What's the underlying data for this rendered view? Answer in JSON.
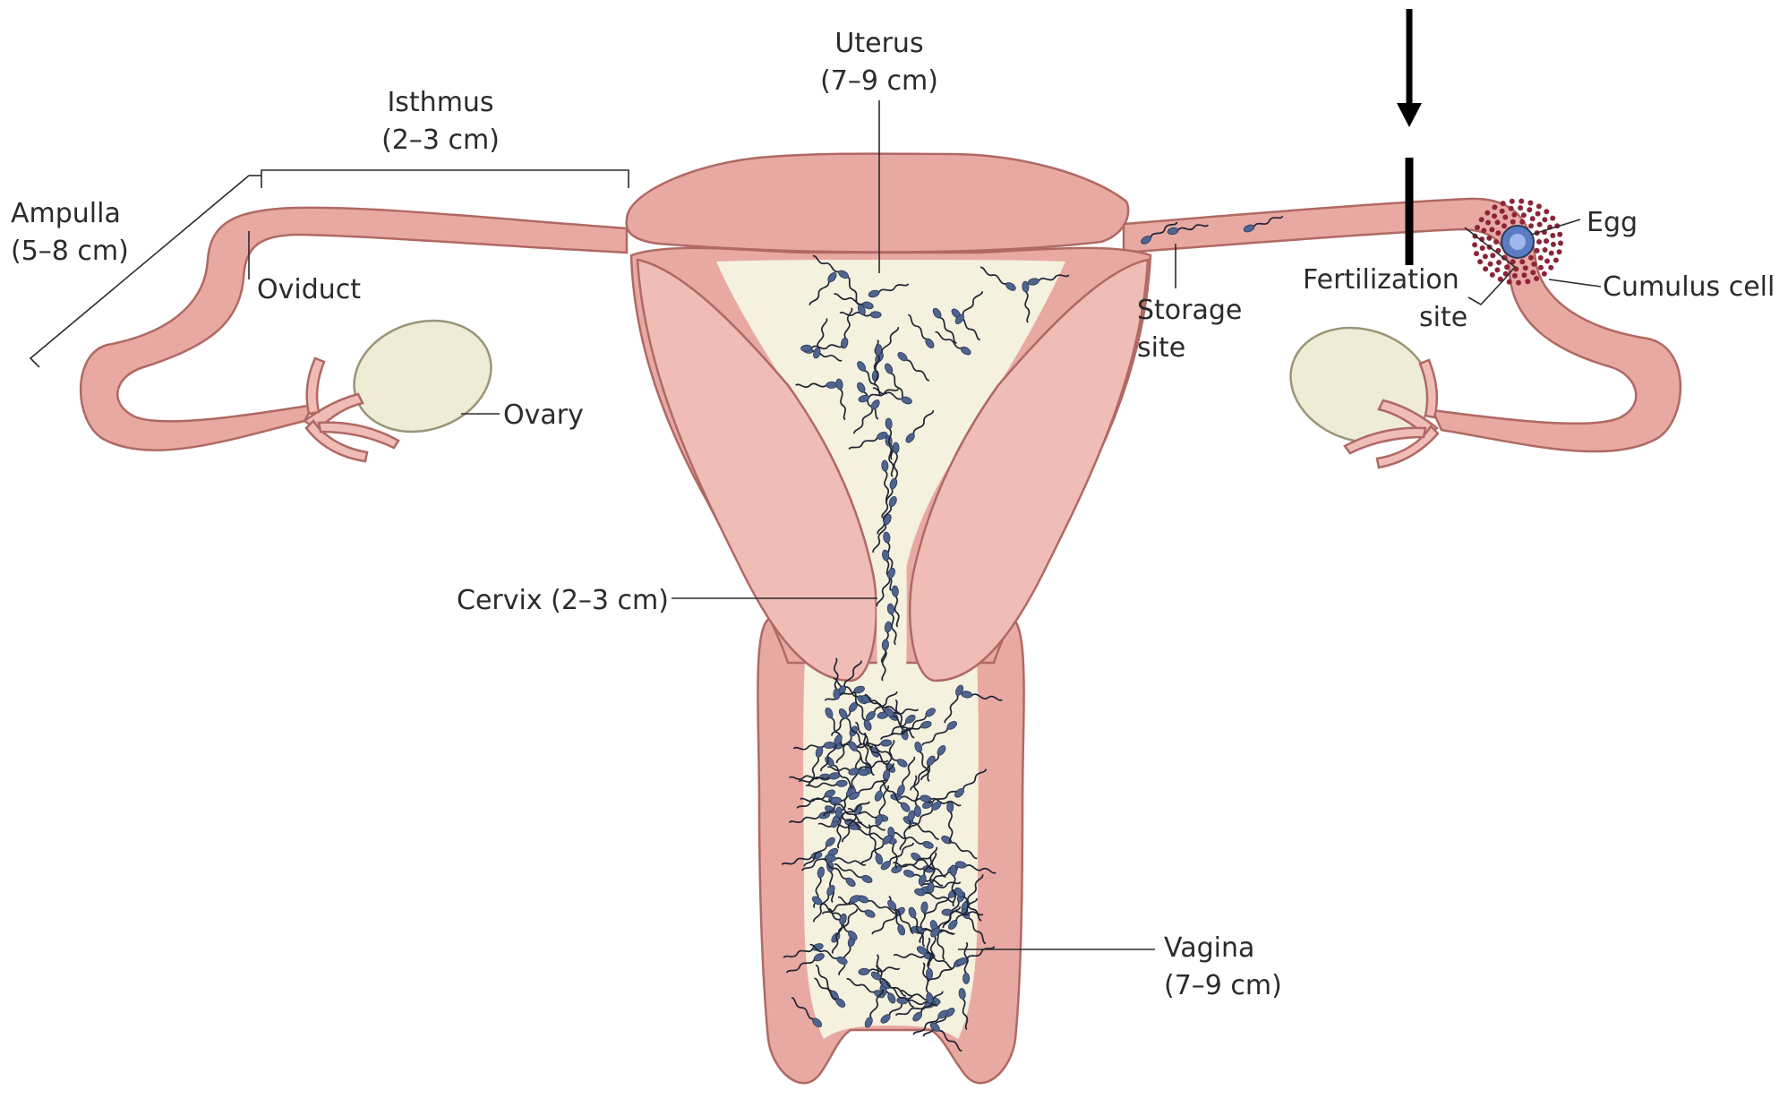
{
  "labels": {
    "uterus": {
      "name": "Uterus",
      "size": "(7–9 cm)"
    },
    "isthmus": {
      "name": "Isthmus",
      "size": "(2–3 cm)"
    },
    "ampulla": {
      "name": "Ampulla",
      "size": "(5–8 cm)"
    },
    "oviduct": "Oviduct",
    "ovary": "Ovary",
    "cervix": "Cervix (2–3 cm)",
    "vagina": {
      "name": "Vagina",
      "size": "(7–9 cm)"
    },
    "storage_site": {
      "line1": "Storage",
      "line2": "site"
    },
    "fertilization_site": {
      "line1": "Fertilization",
      "line2": "site"
    },
    "egg": "Egg",
    "cumulus_cell": "Cumulus cell"
  },
  "colors": {
    "tissue": "#e9a9a3",
    "tissue_outline": "#b06964",
    "lumen": "#f4f1de",
    "ovary": "#efecd5",
    "sperm": "#4f648e",
    "cumulus": "#8c2438",
    "egg": "#5a7cc4",
    "marker": "#000000"
  },
  "icons": {
    "arrow": "down-arrow-icon",
    "sperm": "sperm-cell-icon",
    "egg": "egg-cell-icon"
  }
}
